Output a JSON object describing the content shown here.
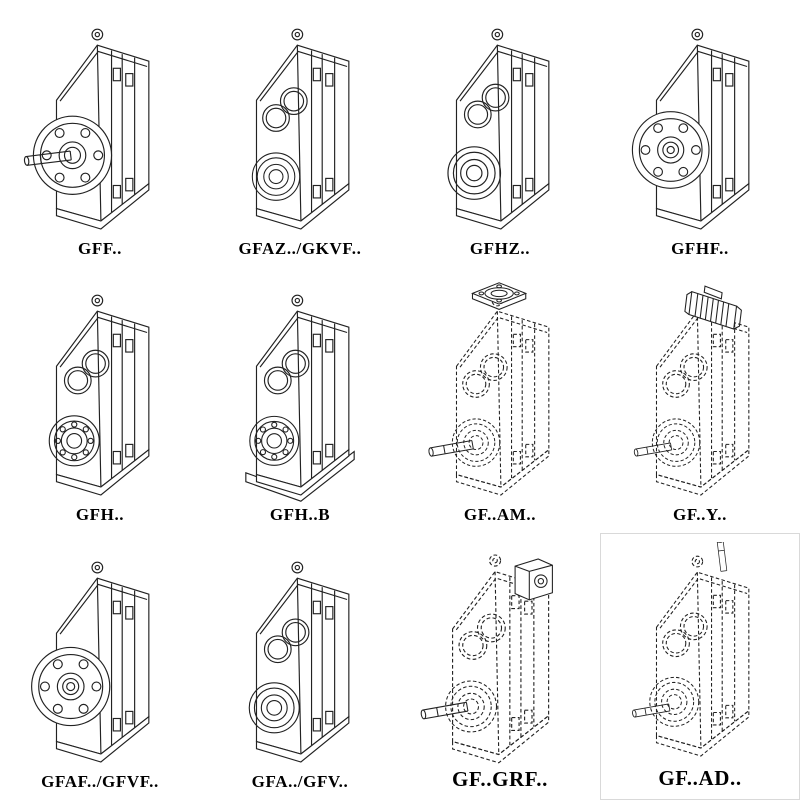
{
  "canvas": {
    "background": "#ffffff",
    "line_color": "#222222",
    "label_color": "#000000"
  },
  "cells": [
    {
      "label": "GFF..",
      "variant": "flange-mounted-solid-shaft",
      "drawing_style": "solid"
    },
    {
      "label": "GFAZ../GKVF..",
      "variant": "hollow-shaft",
      "drawing_style": "solid"
    },
    {
      "label": "GFHZ..",
      "variant": "hollow-shaft-shrink-disc",
      "drawing_style": "solid"
    },
    {
      "label": "GFHF..",
      "variant": "flange-mounted-hollow-shaft",
      "drawing_style": "solid"
    },
    {
      "label": "GFH..",
      "variant": "hollow-shaft-bearing",
      "drawing_style": "solid"
    },
    {
      "label": "GFH..B",
      "variant": "hollow-shaft-foot-mounted",
      "drawing_style": "solid"
    },
    {
      "label": "GF..AM..",
      "variant": "motor-adapter-flange",
      "drawing_style": "phantom"
    },
    {
      "label": "GF..Y..",
      "variant": "with-mounted-motor",
      "drawing_style": "phantom"
    },
    {
      "label": "GFAF../GFVF..",
      "variant": "flange-mounted-hollow-shaft",
      "drawing_style": "solid"
    },
    {
      "label": "GFA../GFV..",
      "variant": "hollow-shaft",
      "drawing_style": "solid"
    },
    {
      "label": "GF..GRF..",
      "variant": "input-adapter-flange",
      "drawing_style": "phantom"
    },
    {
      "label": "GF..AD..",
      "variant": "input-shaft-adapter",
      "drawing_style": "phantom"
    }
  ]
}
